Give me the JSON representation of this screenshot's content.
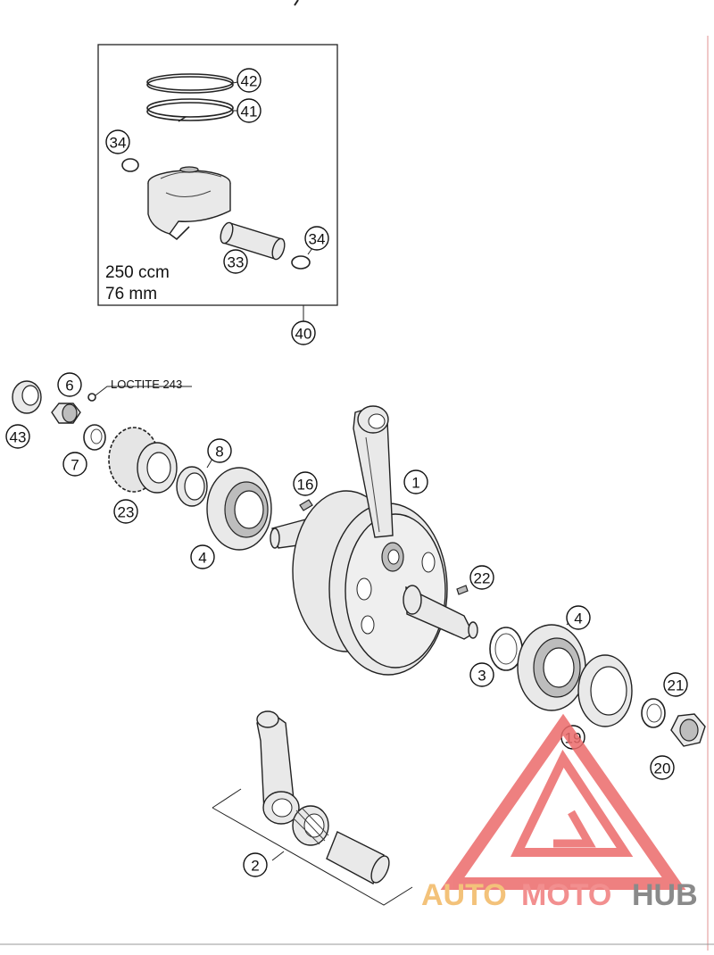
{
  "callouts": {
    "c42": "42",
    "c41": "41",
    "c34a": "34",
    "c34b": "34",
    "c33": "33",
    "c40": "40",
    "c6": "6",
    "c43": "43",
    "c7": "7",
    "c23": "23",
    "c8": "8",
    "c4a": "4",
    "c16": "16",
    "c1": "1",
    "c22": "22",
    "c3": "3",
    "c4b": "4",
    "c21": "21",
    "c19": "19",
    "c20": "20",
    "c2": "2"
  },
  "labels": {
    "loctite": "LOCTITE 243",
    "displacement": "250 ccm",
    "bore": "76 mm"
  },
  "watermark": {
    "text_auto": "AUTO",
    "text_moto": "MOTO",
    "text_hub": "HUB",
    "color_auto": "#f3c27a",
    "color_moto": "#f28f8f",
    "color_hub": "#8a8a8a",
    "logo_color": "#ec6b6b"
  }
}
